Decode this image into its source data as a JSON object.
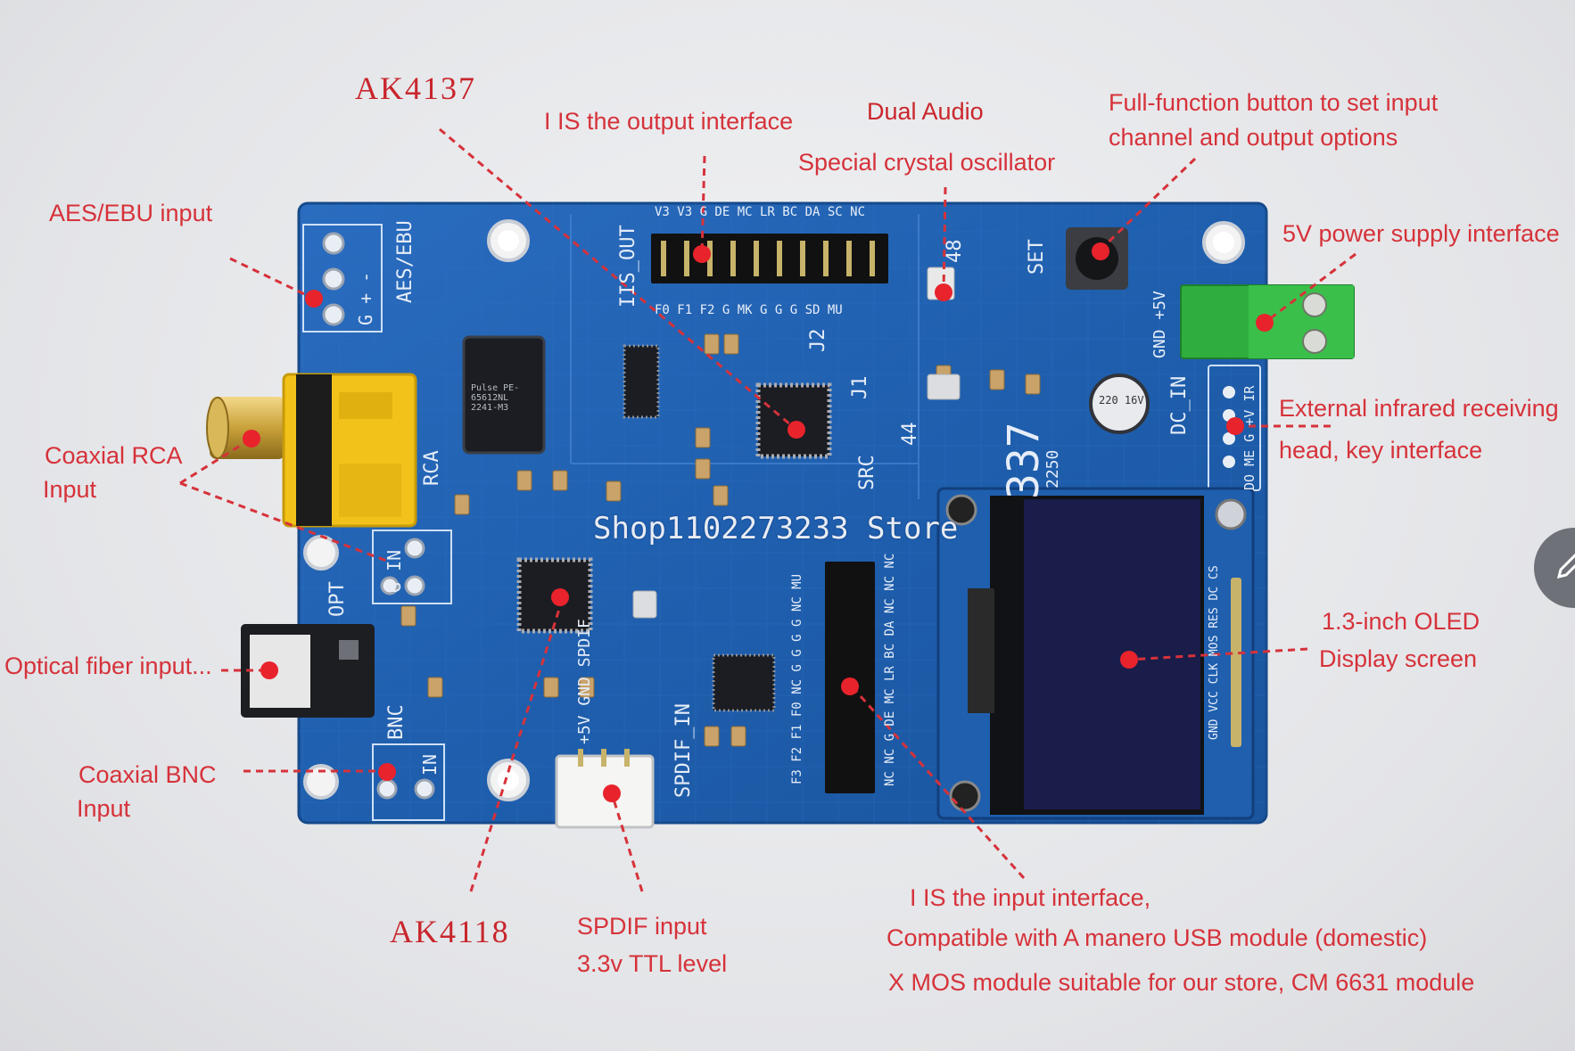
{
  "labels": {
    "aes_ebu_input": "AES/EBU input",
    "ak4137": "AK4137",
    "iis_output": "I IS the output interface",
    "dual_audio": "Dual Audio",
    "crystal": "Special crystal oscillator",
    "button_line1": "Full-function button to set input",
    "button_line2": "channel and output options",
    "power": "5V power supply interface",
    "coax_rca_line1": "Coaxial RCA",
    "coax_rca_line2": "Input",
    "ir_line1": "External infrared receiving",
    "ir_line2": "head, key interface",
    "optical": "Optical fiber input...",
    "oled_line1": "1.3-inch OLED",
    "oled_line2": "Display screen",
    "bnc_line1": "Coaxial BNC",
    "bnc_line2": "Input",
    "ak4118": "AK4118",
    "spdif_line1": "SPDIF input",
    "spdif_line2": "3.3v TTL level",
    "iis_in_line1": "I IS the input interface,",
    "iis_in_line2": "Compatible with A manero USB module (domestic)",
    "iis_in_line3": "X MOS module suitable for our store, CM 6631 module"
  },
  "watermark": "Shop1102273233 Store",
  "silkscreen": {
    "aes_ebu": "AES/EBU",
    "aes_pins": "G + -",
    "iis_out": "IIS_OUT",
    "top_pins": "V3 V3 G DE MC LR BC DA SC NC",
    "bottom_pins": "F0 F1 F2 G MK G G G SD MU",
    "j2": "J2",
    "j1": "J1",
    "n48": "48",
    "n44": "44",
    "set": "SET",
    "gnd5v": "GND +5V",
    "dc_in": "DC_IN",
    "rca": "RCA",
    "src": "SRC",
    "opt": "OPT",
    "opt_pins": "G IN",
    "bnc": "BNC",
    "bnc_pins": "IN",
    "spdif_in": "SPDIF_IN",
    "spdif_pins": "+5V GND SPDIF",
    "model": "337",
    "model_sub": "2250",
    "ir_pins": "DO ME G +V IR",
    "oled_pins": "GND VCC CLK MOS RES DC CS",
    "header_left": "F3 F2 F1 F0 NC G G G G NC MU",
    "header_right": "NC NC G DE MC LR BC DA NC NC NC",
    "cap": "220 16V",
    "transformer": "Pulse PE-65612NL 2241-M3"
  },
  "colors": {
    "label_red": "#d6323a",
    "board_blue": "#1f5fae",
    "rca_yellow": "#f2c21a",
    "terminal_green": "#2fae3f"
  }
}
